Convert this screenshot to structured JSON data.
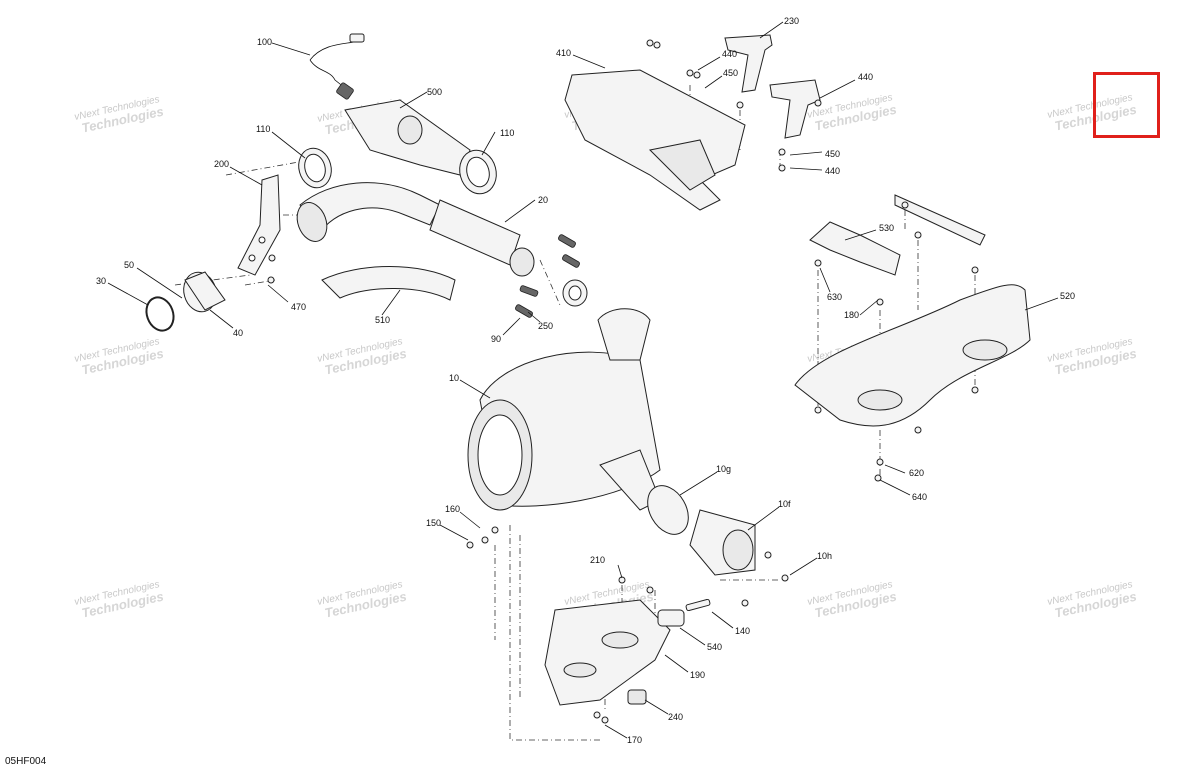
{
  "figure_code": "05HF004",
  "watermark": {
    "line1": "vNext Technologies",
    "line2": "Technologies"
  },
  "callouts": {
    "c100": "100",
    "c500": "500",
    "c110a": "110",
    "c110b": "110",
    "c200": "200",
    "c20": "20",
    "c50": "50",
    "c30": "30",
    "c470": "470",
    "c40": "40",
    "c510": "510",
    "c250": "250",
    "c90": "90",
    "c410": "410",
    "c230": "230",
    "c440a": "440",
    "c450a": "450",
    "c440b": "440",
    "c450b": "450",
    "c440c": "440",
    "c530": "530",
    "c630": "630",
    "c180": "180",
    "c520": "520",
    "c10": "10",
    "c10g": "10g",
    "c10f": "10f",
    "c10h": "10h",
    "c620": "620",
    "c640": "640",
    "c160": "160",
    "c150": "150",
    "c210": "210",
    "c140": "140",
    "c540": "540",
    "c190": "190",
    "c240": "240",
    "c170": "170"
  },
  "highlight": {
    "color": "#e0201b"
  }
}
